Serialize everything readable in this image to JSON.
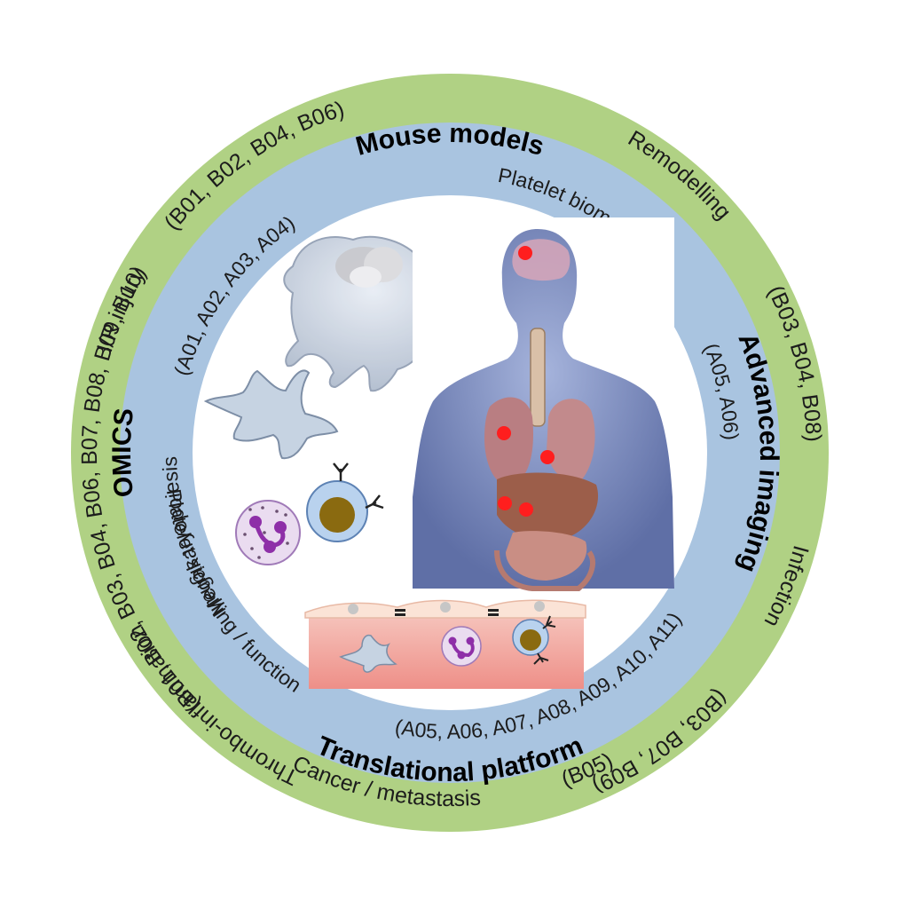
{
  "colors": {
    "outer_ring": "#b0d184",
    "middle_ring": "#a9c4e0",
    "inner_disc": "#ffffff",
    "marker": "#ff1e1e",
    "cell_purple": "#9b3fb0",
    "cell_brown": "#8a6a10",
    "vessel_red": "#f2a6a0",
    "body_blue": "#7f93c4"
  },
  "outer_ring": {
    "top_left": "I/R injury",
    "top_right": "(B01, B02, B04, B06)",
    "right_upper": "Remodelling",
    "right_upper_ids": "(B03, B04, B08)",
    "right_lower": "Infection",
    "right_lower_ids": "(B03, B07, B09)",
    "bottom": "Cancer / metastasis",
    "bottom_ids": "(B05)",
    "left_lower": "Thrombo-inflammation",
    "left_ids": "(B01, B02, B03, B04, B06, B07, B08, B09, B10)"
  },
  "middle_ring": {
    "top": "Mouse models",
    "right": "Advanced imaging",
    "bottom": "Translational platform",
    "left": "OMICS"
  },
  "inner_ring": {
    "megakaryopoiesis": "Megakaryopoiesis",
    "megakaryopoiesis_ids": "(A01, A02, A03, A04)",
    "biomechanics": "Platelet biomechanics",
    "biomechanics_ids": "(A05, A06)",
    "signalling": "Platelet signalling / function",
    "signalling_ids": "(A05, A06, A07, A08, A09, A10, A11)"
  },
  "icons": {
    "megakaryocyte": "megakaryocyte-icon",
    "platelet": "activated-platelet-icon",
    "neutrophil": "neutrophil-icon",
    "lymphocyte": "lymphocyte-icon",
    "human_body": "human-anatomy-icon",
    "vessel": "blood-vessel-icon"
  }
}
